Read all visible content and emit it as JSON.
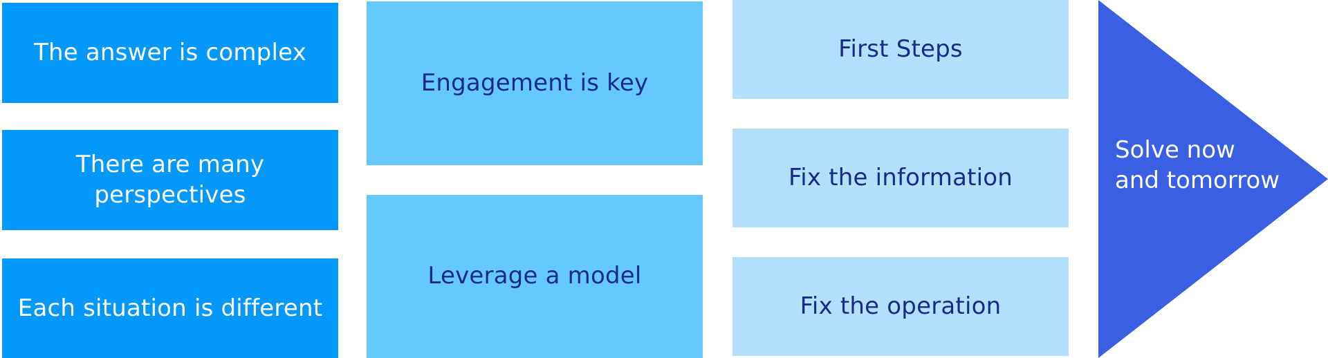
{
  "colors": {
    "column1_fill": "#0398fa",
    "column2_fill": "#66c9fe",
    "column3_fill": "#b2e0fd",
    "arrow_fill": "#3b5fe3",
    "dark_text": "#1a2a8a",
    "light_text": "#ffffff"
  },
  "column1": {
    "items": [
      {
        "label": "The answer is complex"
      },
      {
        "label": "There are many\nperspectives"
      },
      {
        "label": "Each situation is different"
      }
    ]
  },
  "column2": {
    "items": [
      {
        "label": "Engagement is key"
      },
      {
        "label": "Leverage a model"
      }
    ]
  },
  "column3": {
    "items": [
      {
        "label": "First Steps"
      },
      {
        "label": "Fix the information"
      },
      {
        "label": "Fix the operation"
      }
    ]
  },
  "arrow": {
    "label": "Solve now\nand tomorrow"
  }
}
